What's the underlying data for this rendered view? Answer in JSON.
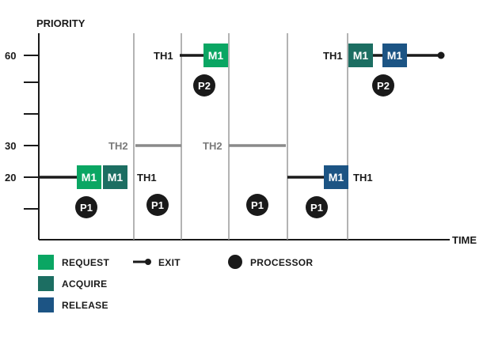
{
  "axes": {
    "y_title": "PRIORITY",
    "x_title": "TIME",
    "y_ticks": [
      "60",
      "30",
      "20"
    ]
  },
  "threads": {
    "th1": "TH1",
    "th2": "TH2"
  },
  "mutex": "M1",
  "processors": {
    "p1": "P1",
    "p2": "P2"
  },
  "legend": {
    "request": "REQUEST",
    "acquire": "ACQUIRE",
    "release": "RELEASE",
    "exit": "EXIT",
    "processor": "PROCESSOR"
  },
  "colors": {
    "request": "#0aa663",
    "acquire": "#1c6e62",
    "release": "#1c5484",
    "line": "#1a1a1a",
    "th2_line": "#8a8a8a",
    "divider": "#9a9a9a"
  }
}
